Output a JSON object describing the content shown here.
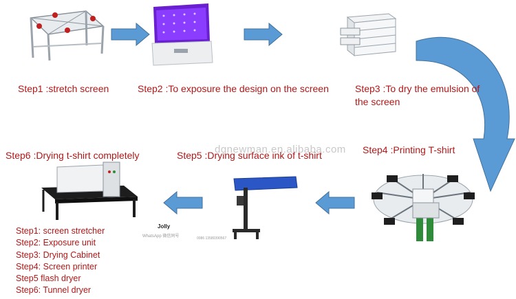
{
  "steps": [
    {
      "label": "Step1 :stretch screen",
      "icon": "screen-stretcher"
    },
    {
      "label": "Step2 :To exposure the design on the screen",
      "icon": "exposure-unit"
    },
    {
      "label_lines": [
        "Step3 :To dry the emulsion of",
        "the screen"
      ],
      "icon": "drying-cabinet"
    },
    {
      "label": "Step4 :Printing T-shirt",
      "icon": "screen-printer"
    },
    {
      "label": "Step5 :Drying surface ink of t-shirt",
      "icon": "flash-dryer"
    },
    {
      "label": "Step6 :Drying  t-shirt completely",
      "icon": "tunnel-dryer"
    }
  ],
  "legend": [
    "Step1: screen stretcher",
    "Step2: Exposure unit",
    "Step3: Drying Cabinet",
    "Step4: Screen printer",
    "Step5 flash dryer",
    "Step6: Tunnel dryer"
  ],
  "watermark": "dgnewman.en.alibaba.com",
  "contact": {
    "name": "Jolly",
    "sub": "WhatsApp 微信同号",
    "phone": "0086 13580390567"
  },
  "colors": {
    "label": "#b01818",
    "arrow": "#5b9bd5",
    "arrow_stroke": "#41719c"
  }
}
